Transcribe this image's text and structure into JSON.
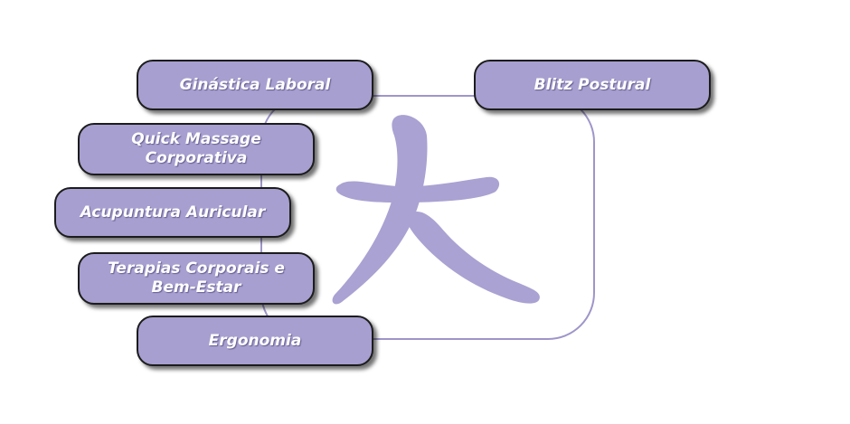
{
  "diagram": {
    "nodes": [
      {
        "id": "ginastica",
        "label": "Ginástica Laboral"
      },
      {
        "id": "blitz",
        "label": "Blitz Postural"
      },
      {
        "id": "quick",
        "label": "Quick Massage\nCorporativa"
      },
      {
        "id": "acupuntura",
        "label": "Acupuntura Auricular"
      },
      {
        "id": "terapias",
        "label": "Terapias Corporais e\nBem-Estar"
      },
      {
        "id": "ergonomia",
        "label": "Ergonomia"
      }
    ],
    "center_glyph": "chinese-character-da-icon",
    "colors": {
      "pill_fill": "#a79fd0",
      "pill_border": "#1c1c1c",
      "frame_border": "#9f95c9",
      "glyph": "#a9a2d2",
      "label_text": "#ffffff"
    }
  }
}
